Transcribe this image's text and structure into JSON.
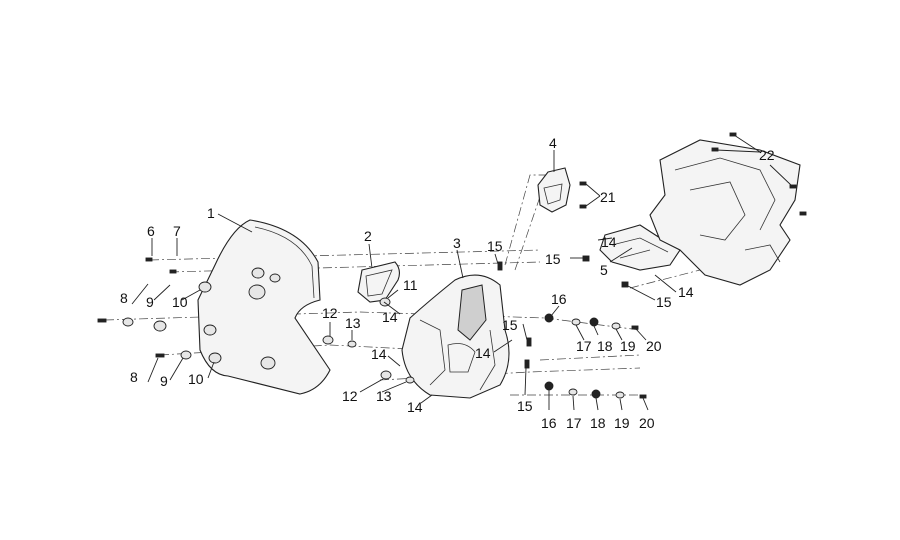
{
  "callouts": [
    "1",
    "2",
    "3",
    "4",
    "5",
    "6",
    "7",
    "8",
    "8",
    "9",
    "9",
    "10",
    "10",
    "11",
    "12",
    "12",
    "13",
    "13",
    "14",
    "14",
    "14",
    "14",
    "14",
    "14",
    "15",
    "15",
    "15",
    "15",
    "15",
    "16",
    "16",
    "17",
    "17",
    "18",
    "18",
    "19",
    "19",
    "20",
    "20",
    "21",
    "22"
  ]
}
